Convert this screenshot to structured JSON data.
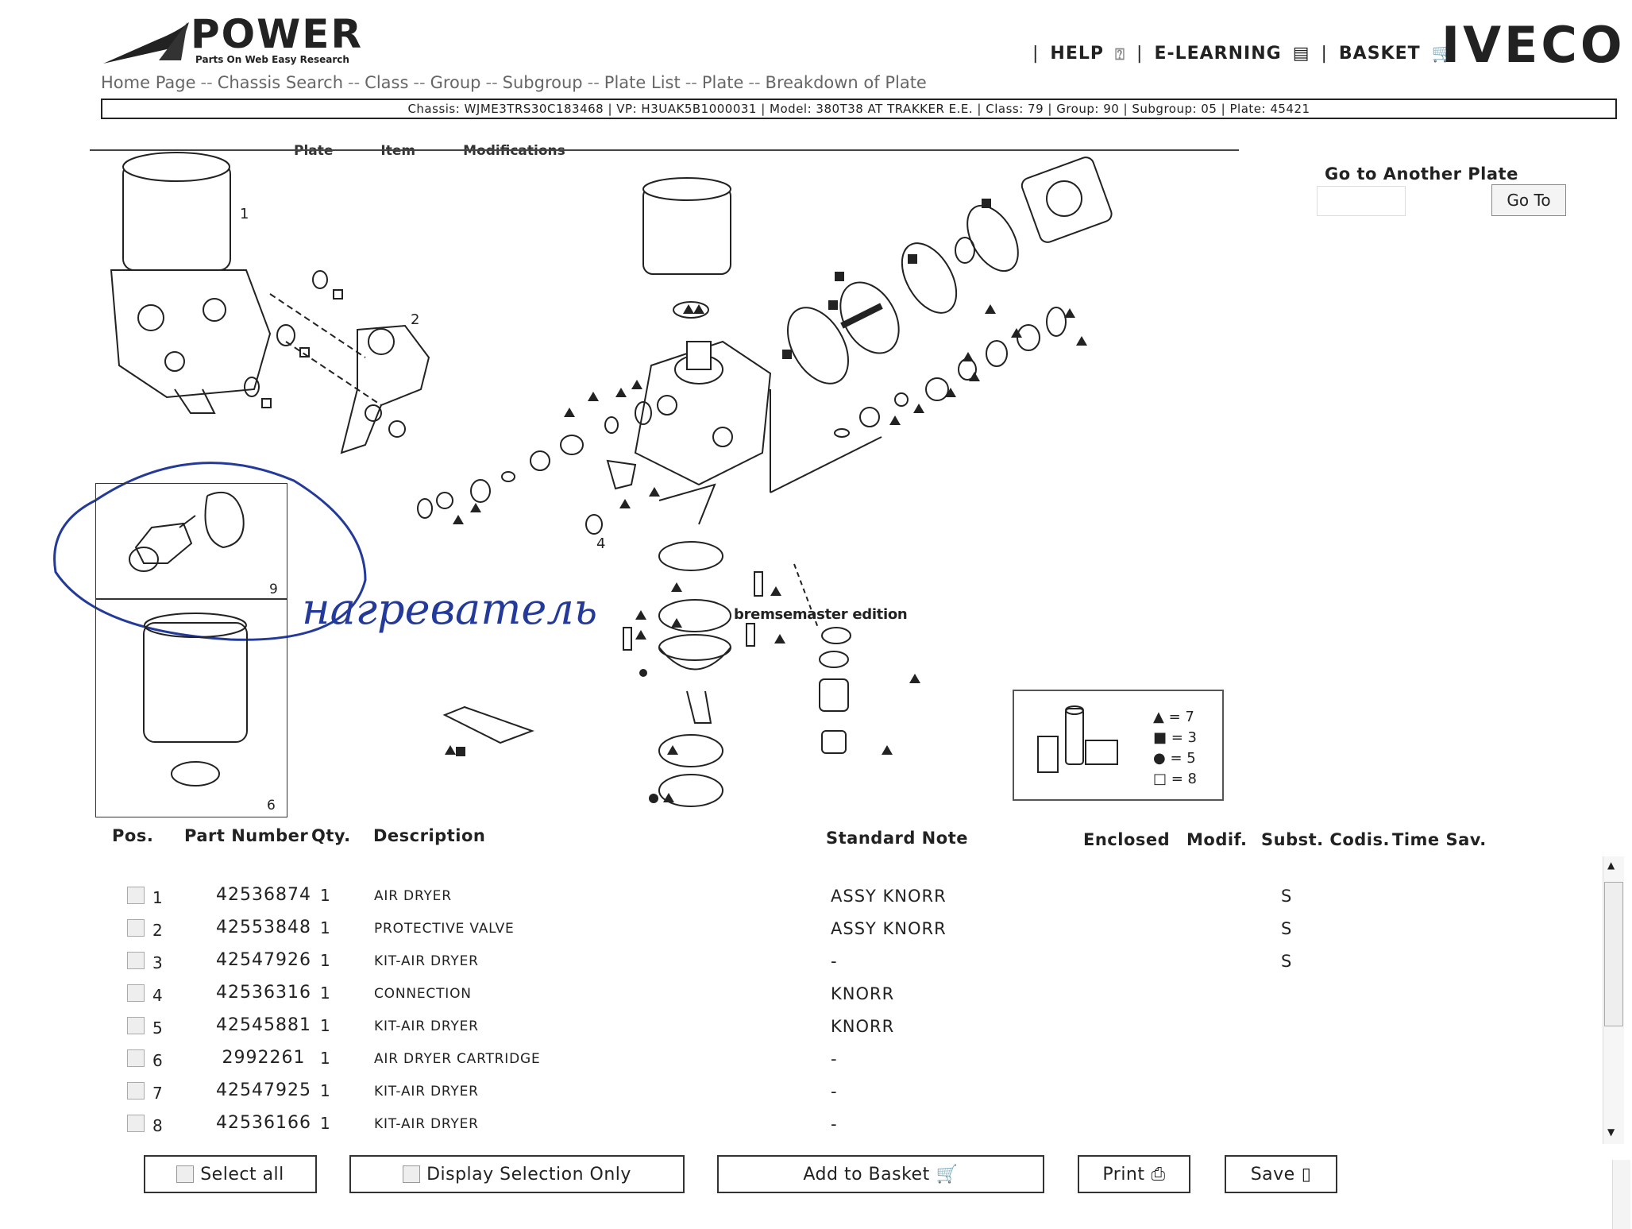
{
  "header": {
    "logo_title": "POWER",
    "logo_subtitle": "Parts On Web Easy Research",
    "nav": {
      "help": "HELP",
      "elearning": "E-LEARNING",
      "basket": "BASKET"
    },
    "brand": "IVECO"
  },
  "breadcrumb": [
    "Home Page",
    "Chassis Search",
    "Class",
    "Group",
    "Subgroup",
    "Plate List",
    "Plate",
    "Breakdown of Plate"
  ],
  "breadcrumb_sep": "--",
  "infobar": "Chassis: WJME3TRS30C183468 | VP: H3UAK5B1000031 | Model: 380T38 AT TRAKKER E.E. | Class: 79 | Group: 90 | Subgroup: 05 | Plate: 45421",
  "tabs": [
    "Plate",
    "Item",
    "Modifications"
  ],
  "goto": {
    "title": "Go to Another Plate",
    "input_value": "",
    "button": "Go To"
  },
  "diagram": {
    "watermark": "bremsemaster edition",
    "handwritten": "нагреватель",
    "callouts": [
      "1",
      "2",
      "4",
      "9",
      "6"
    ],
    "legend": [
      {
        "symbol": "▲",
        "value": "= 7"
      },
      {
        "symbol": "■",
        "value": "= 3"
      },
      {
        "symbol": "●",
        "value": "= 5"
      },
      {
        "symbol": "□",
        "value": "= 8"
      }
    ]
  },
  "table": {
    "headers": {
      "pos": "Pos.",
      "part_number": "Part Number",
      "qty": "Qty.",
      "description": "Description",
      "standard_note": "Standard Note",
      "enclosed": "Enclosed",
      "modif": "Modif.",
      "subst_codis": "Subst. Codis.",
      "time_sav": "Time Sav."
    },
    "rows": [
      {
        "pos": "1",
        "part_number": "42536874",
        "qty": "1",
        "description": "AIR DRYER",
        "note": "ASSY KNORR",
        "subst": "S"
      },
      {
        "pos": "2",
        "part_number": "42553848",
        "qty": "1",
        "description": "PROTECTIVE VALVE",
        "note": "ASSY KNORR",
        "subst": "S"
      },
      {
        "pos": "3",
        "part_number": "42547926",
        "qty": "1",
        "description": "KIT-AIR DRYER",
        "note": "-",
        "subst": "S"
      },
      {
        "pos": "4",
        "part_number": "42536316",
        "qty": "1",
        "description": "CONNECTION",
        "note": "KNORR",
        "subst": ""
      },
      {
        "pos": "5",
        "part_number": "42545881",
        "qty": "1",
        "description": "KIT-AIR DRYER",
        "note": "KNORR",
        "subst": ""
      },
      {
        "pos": "6",
        "part_number": "2992261",
        "qty": "1",
        "description": "AIR DRYER CARTRIDGE",
        "note": "-",
        "subst": ""
      },
      {
        "pos": "7",
        "part_number": "42547925",
        "qty": "1",
        "description": "KIT-AIR DRYER",
        "note": "-",
        "subst": ""
      },
      {
        "pos": "8",
        "part_number": "42536166",
        "qty": "1",
        "description": "KIT-AIR DRYER",
        "note": "-",
        "subst": ""
      }
    ]
  },
  "buttons": {
    "select_all": "Select all",
    "display_selection": "Display Selection Only",
    "add_to_basket": "Add to Basket",
    "print": "Print",
    "save": "Save"
  }
}
